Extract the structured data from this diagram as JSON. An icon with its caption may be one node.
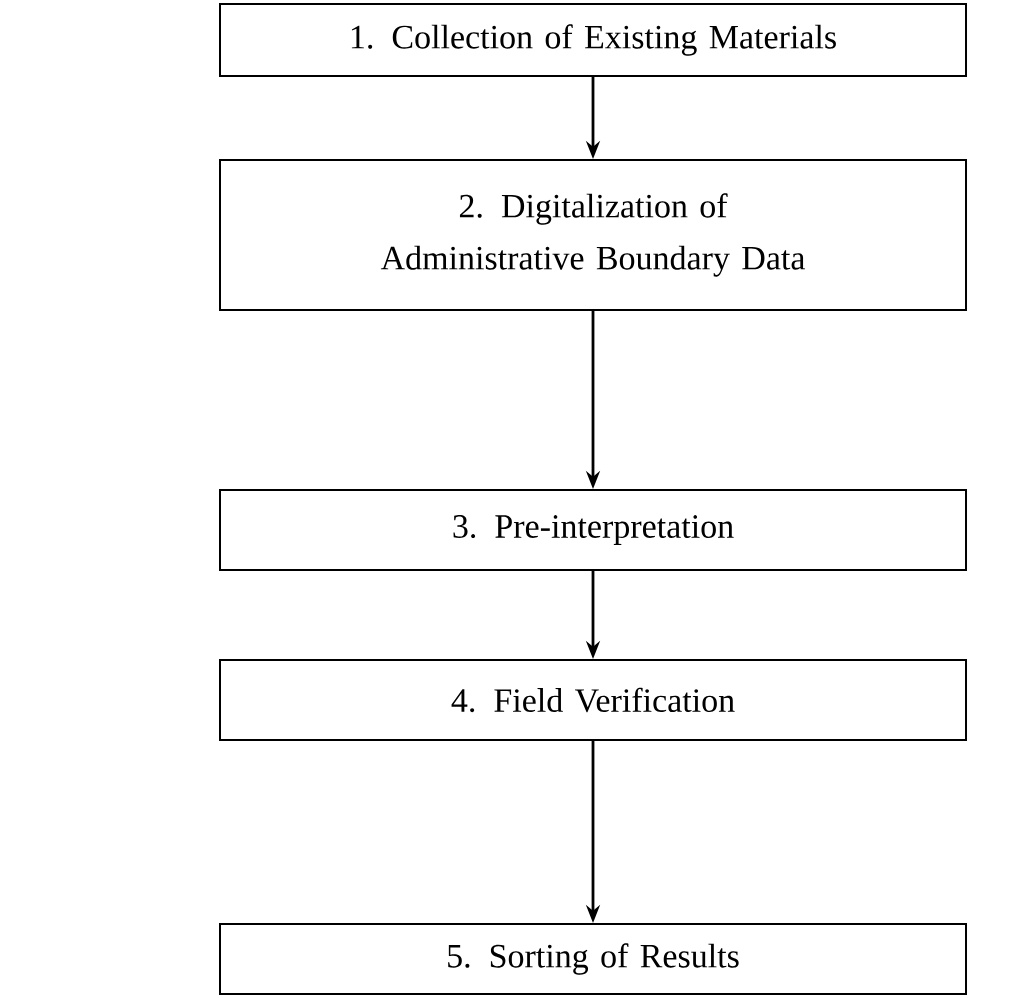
{
  "diagram": {
    "nodes": [
      {
        "text": [
          "1. Collection of Existing Materials"
        ]
      },
      {
        "text": [
          "2. Digitalization of Administrative Boundary Data"
        ]
      },
      {
        "text": [
          "3. Pre-interpretation"
        ]
      },
      {
        "text": [
          "4. Field Verification"
        ]
      },
      {
        "text": [
          "5. Sorting of Results"
        ]
      }
    ],
    "edges": [
      {
        "from": 0,
        "to": 1,
        "arrow": "to"
      },
      {
        "from": 1,
        "to": 2,
        "arrow": "to"
      },
      {
        "from": 2,
        "to": 3,
        "arrow": "to"
      },
      {
        "from": 3,
        "to": 4,
        "arrow": "to"
      }
    ]
  }
}
